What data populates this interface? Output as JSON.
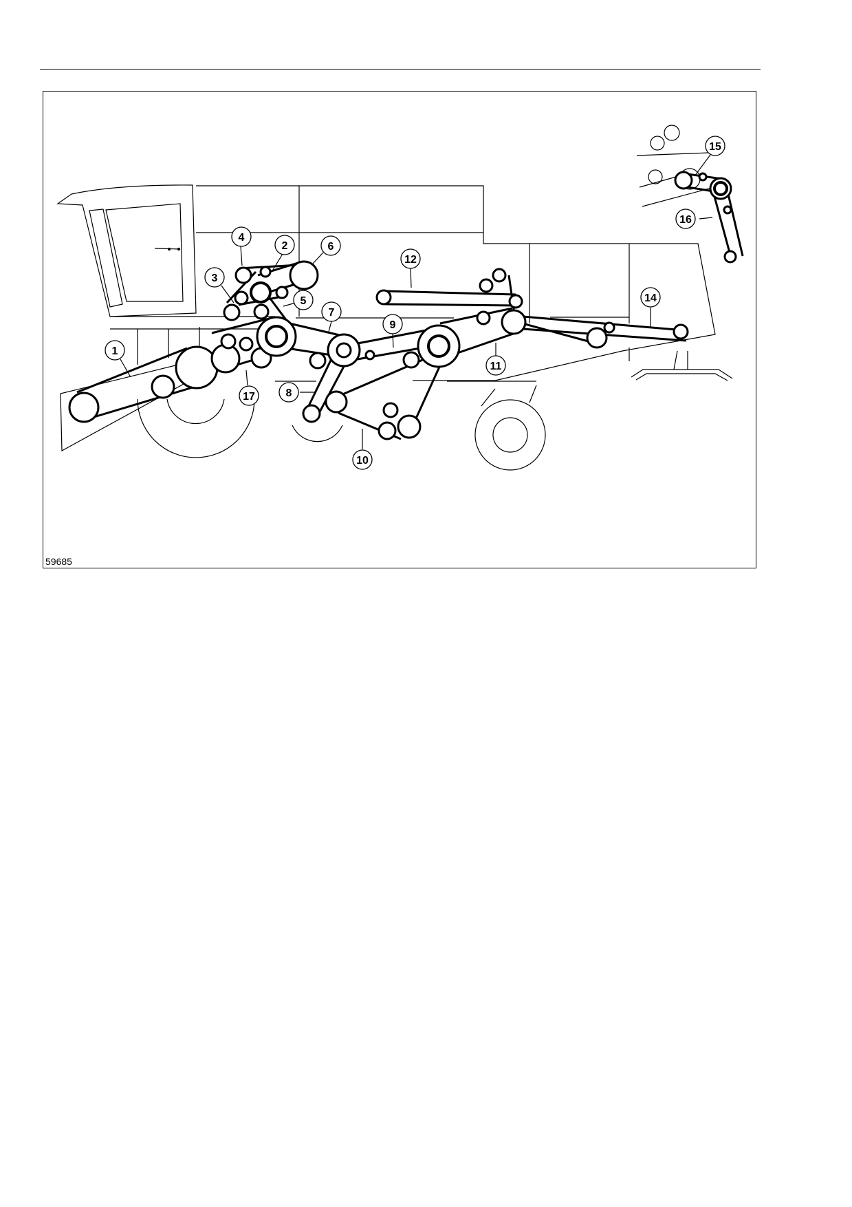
{
  "figure_number": "59685",
  "callouts": [
    "1",
    "2",
    "3",
    "4",
    "5",
    "6",
    "7",
    "8",
    "9",
    "10",
    "11",
    "12",
    "14",
    "15",
    "16",
    "17"
  ]
}
